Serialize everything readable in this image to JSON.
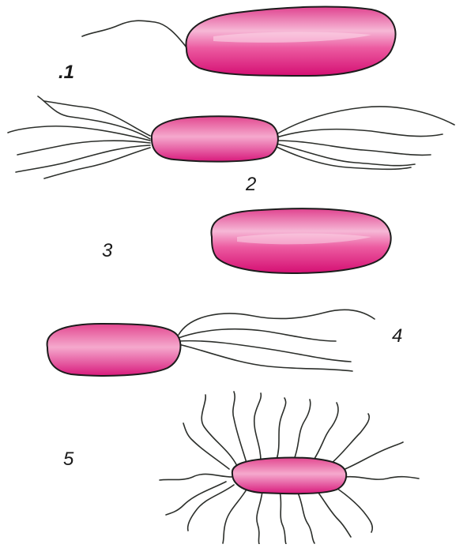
{
  "figure": {
    "labels": [
      ".1",
      "2",
      "3",
      "4",
      "5"
    ]
  },
  "colors": {
    "cell_fill": "#e61f86",
    "cell_highlight": "#f7b6d6",
    "outline": "#1c1c1c",
    "flagella": "#2c2f2b",
    "background": "#ffffff"
  },
  "items": [
    {
      "label": ".1",
      "arrangement": "monotrichous"
    },
    {
      "label": "2",
      "arrangement": "amphitrichous"
    },
    {
      "label": "3",
      "arrangement": "atrichous"
    },
    {
      "label": "4",
      "arrangement": "lophotrichous"
    },
    {
      "label": "5",
      "arrangement": "peritrichous"
    }
  ]
}
